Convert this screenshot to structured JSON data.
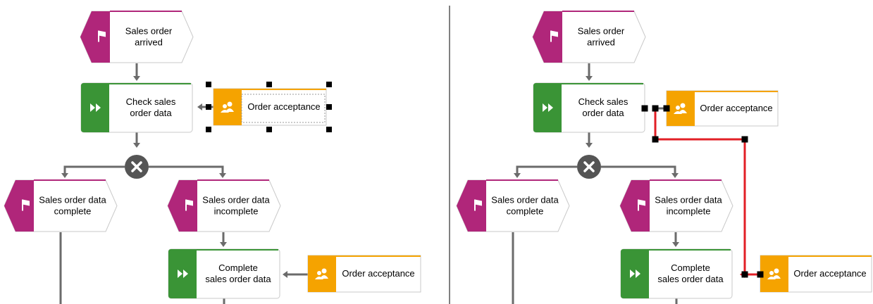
{
  "panels": [
    {
      "events": [
        {
          "id": "arrived",
          "lines": [
            "Sales order",
            "arrived"
          ]
        },
        {
          "id": "complete",
          "lines": [
            "Sales order data",
            "complete"
          ]
        },
        {
          "id": "incomplete",
          "lines": [
            "Sales order data",
            "incomplete"
          ]
        }
      ],
      "functions": [
        {
          "id": "check",
          "lines": [
            "Check sales",
            "order data"
          ]
        },
        {
          "id": "complete-fn",
          "lines": [
            "Complete",
            "sales order data"
          ]
        }
      ],
      "roles": [
        {
          "id": "role-top",
          "label": "Order acceptance",
          "selected": true
        },
        {
          "id": "role-bottom",
          "label": "Order acceptance",
          "selected": false
        }
      ],
      "operator": {
        "type": "XOR",
        "symbol": "×"
      }
    },
    {
      "events": [
        {
          "id": "arrived",
          "lines": [
            "Sales order",
            "arrived"
          ]
        },
        {
          "id": "complete",
          "lines": [
            "Sales order data",
            "complete"
          ]
        },
        {
          "id": "incomplete",
          "lines": [
            "Sales order data",
            "incomplete"
          ]
        }
      ],
      "functions": [
        {
          "id": "check",
          "lines": [
            "Check sales",
            "order data"
          ]
        },
        {
          "id": "complete-fn",
          "lines": [
            "Complete",
            "sales order data"
          ]
        }
      ],
      "roles": [
        {
          "id": "role-top",
          "label": "Order acceptance",
          "selected": false
        },
        {
          "id": "role-bottom",
          "label": "Order acceptance",
          "selected": false
        }
      ],
      "operator": {
        "type": "XOR",
        "symbol": "×"
      },
      "selected_connection": true
    }
  ],
  "colors": {
    "event": "#b0267a",
    "function": "#3a9436",
    "role": "#f5a300",
    "operator": "#555555",
    "connector": "#6b6b6b",
    "selection": "#e21f26",
    "divider": "#000000"
  },
  "icons": {
    "event": "flag-icon",
    "function": "double-chevron-icon",
    "role": "people-icon",
    "operator": "x-icon"
  }
}
